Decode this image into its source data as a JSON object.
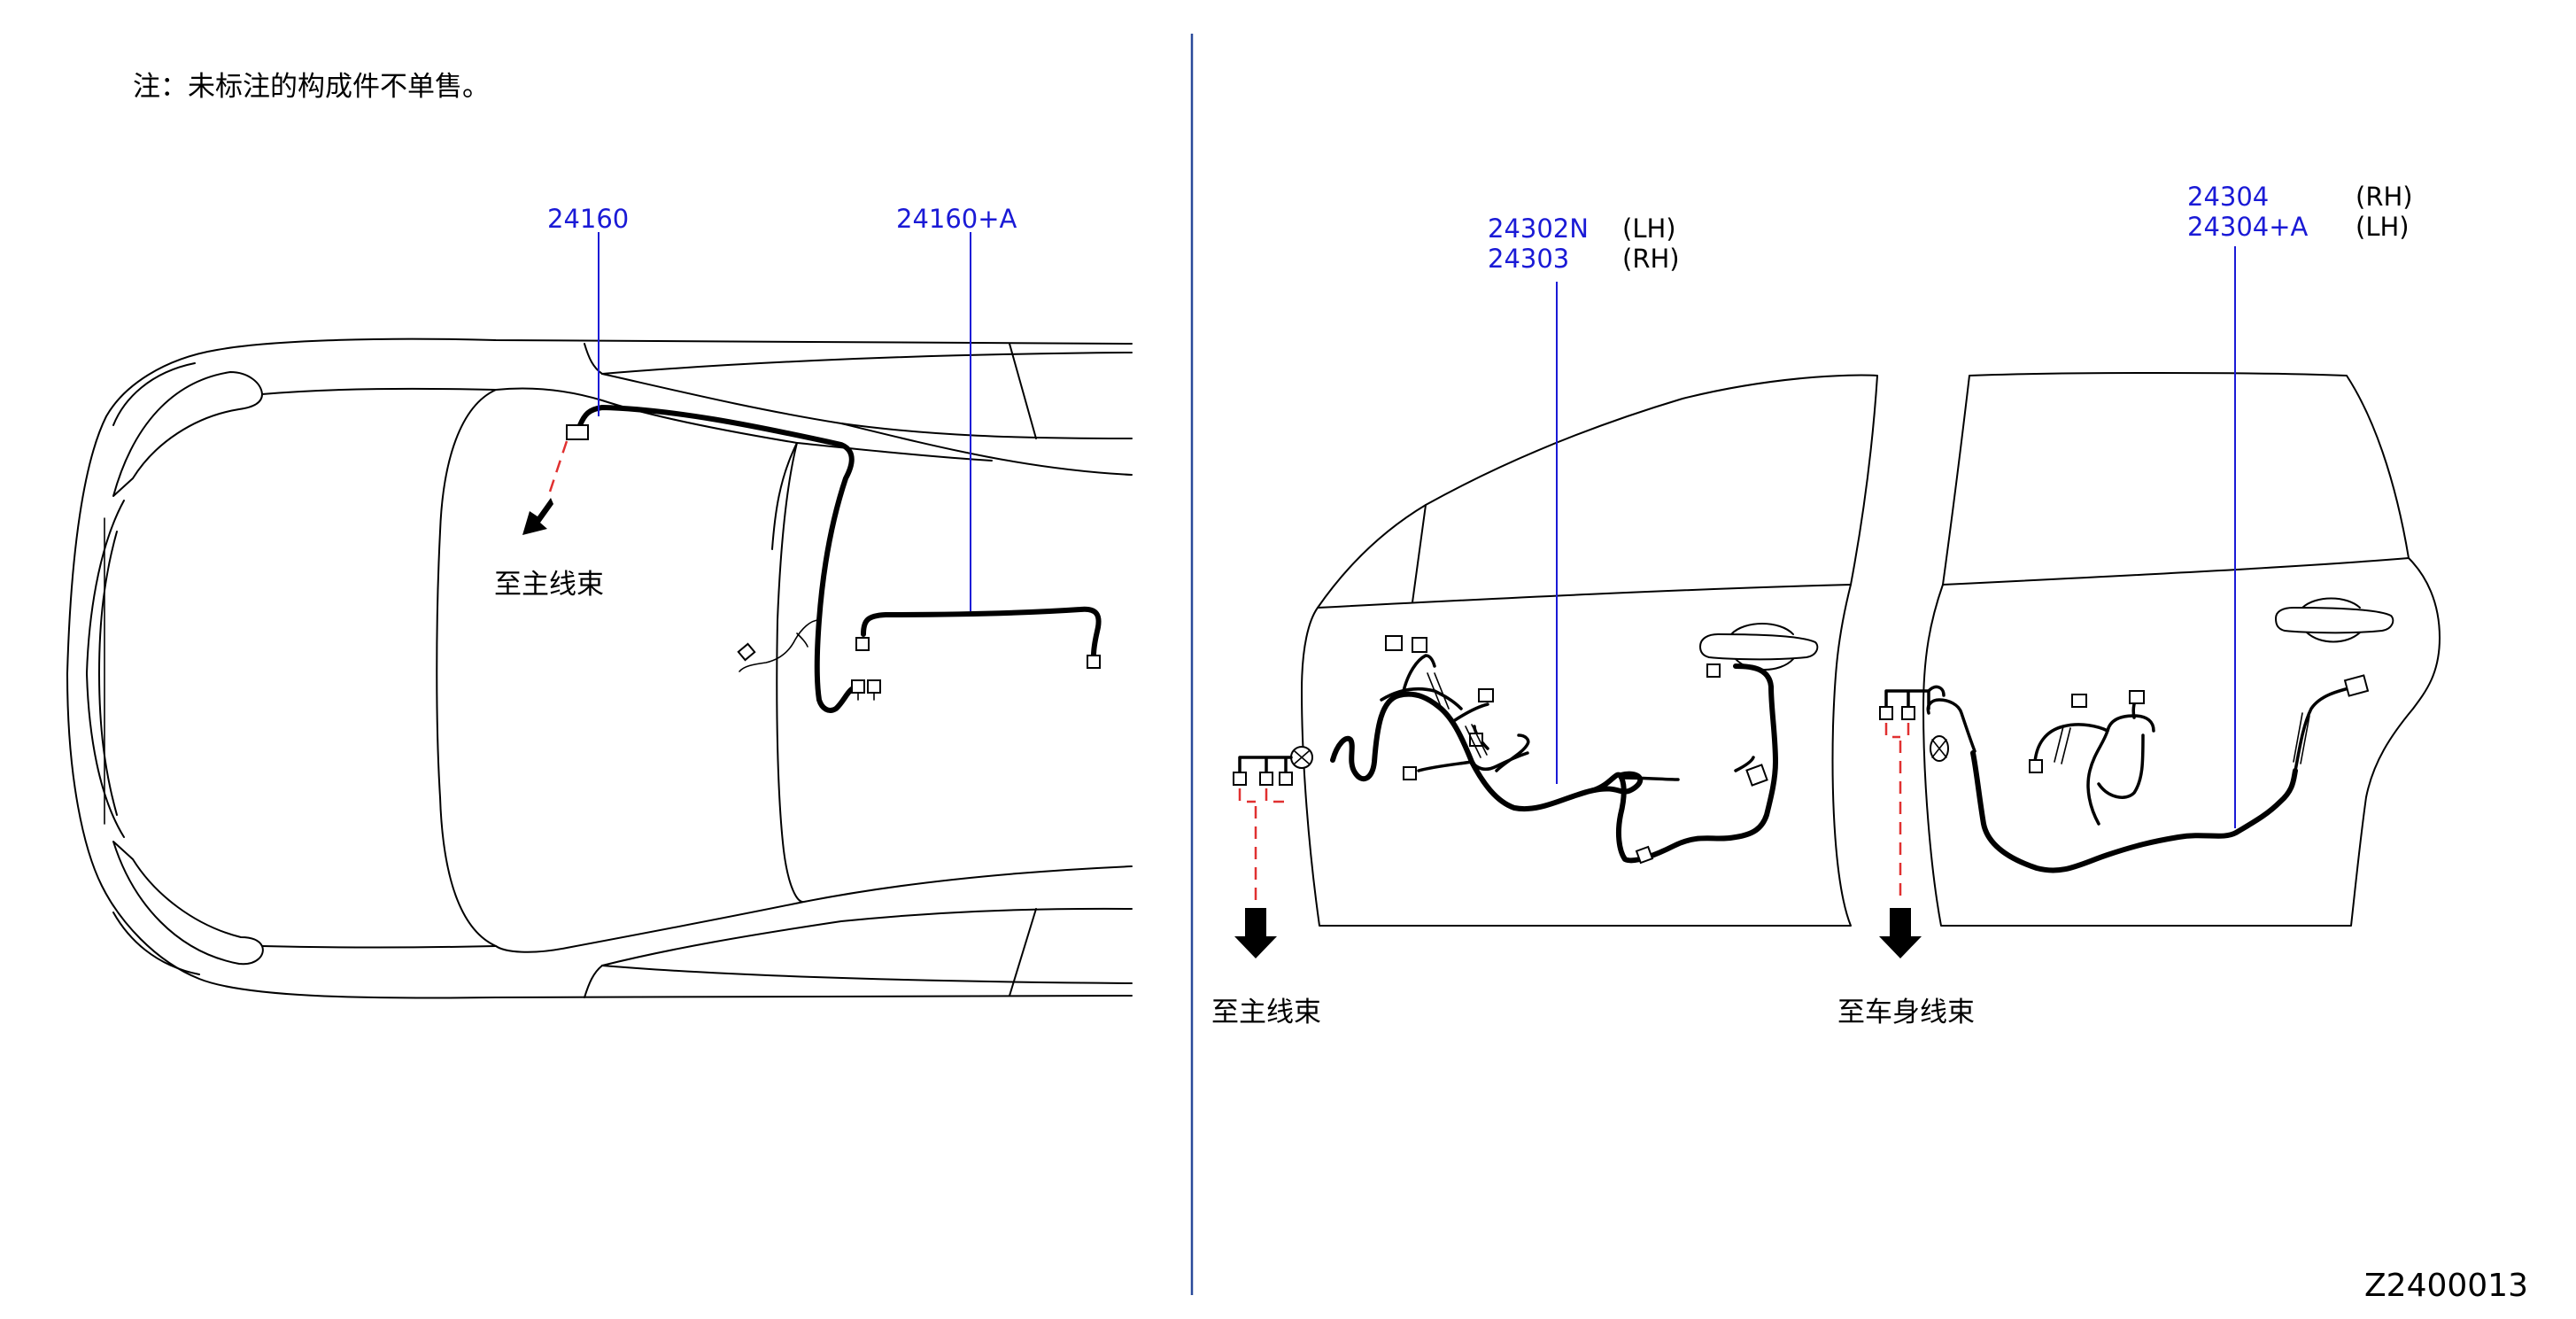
{
  "note": "注：未标注的构成件不单售。",
  "diagram_code": "Z2400013",
  "parts": {
    "p24160": "24160",
    "p24160a": "24160+A",
    "p24302n": "24302N",
    "p24302n_side": "(LH)",
    "p24303": "24303",
    "p24303_side": "(RH)",
    "p24304": "24304",
    "p24304_side": "(RH)",
    "p24304a": "24304+A",
    "p24304a_side": "(LH)"
  },
  "labels": {
    "to_main_harness_1": "至主线束",
    "to_main_harness_2": "至主线束",
    "to_body_harness": "至车身线束"
  },
  "colors": {
    "part_number": "#1a1ad6",
    "divider": "#2a4a9a",
    "dashed_connection": "#e03030",
    "outline": "#000000"
  }
}
